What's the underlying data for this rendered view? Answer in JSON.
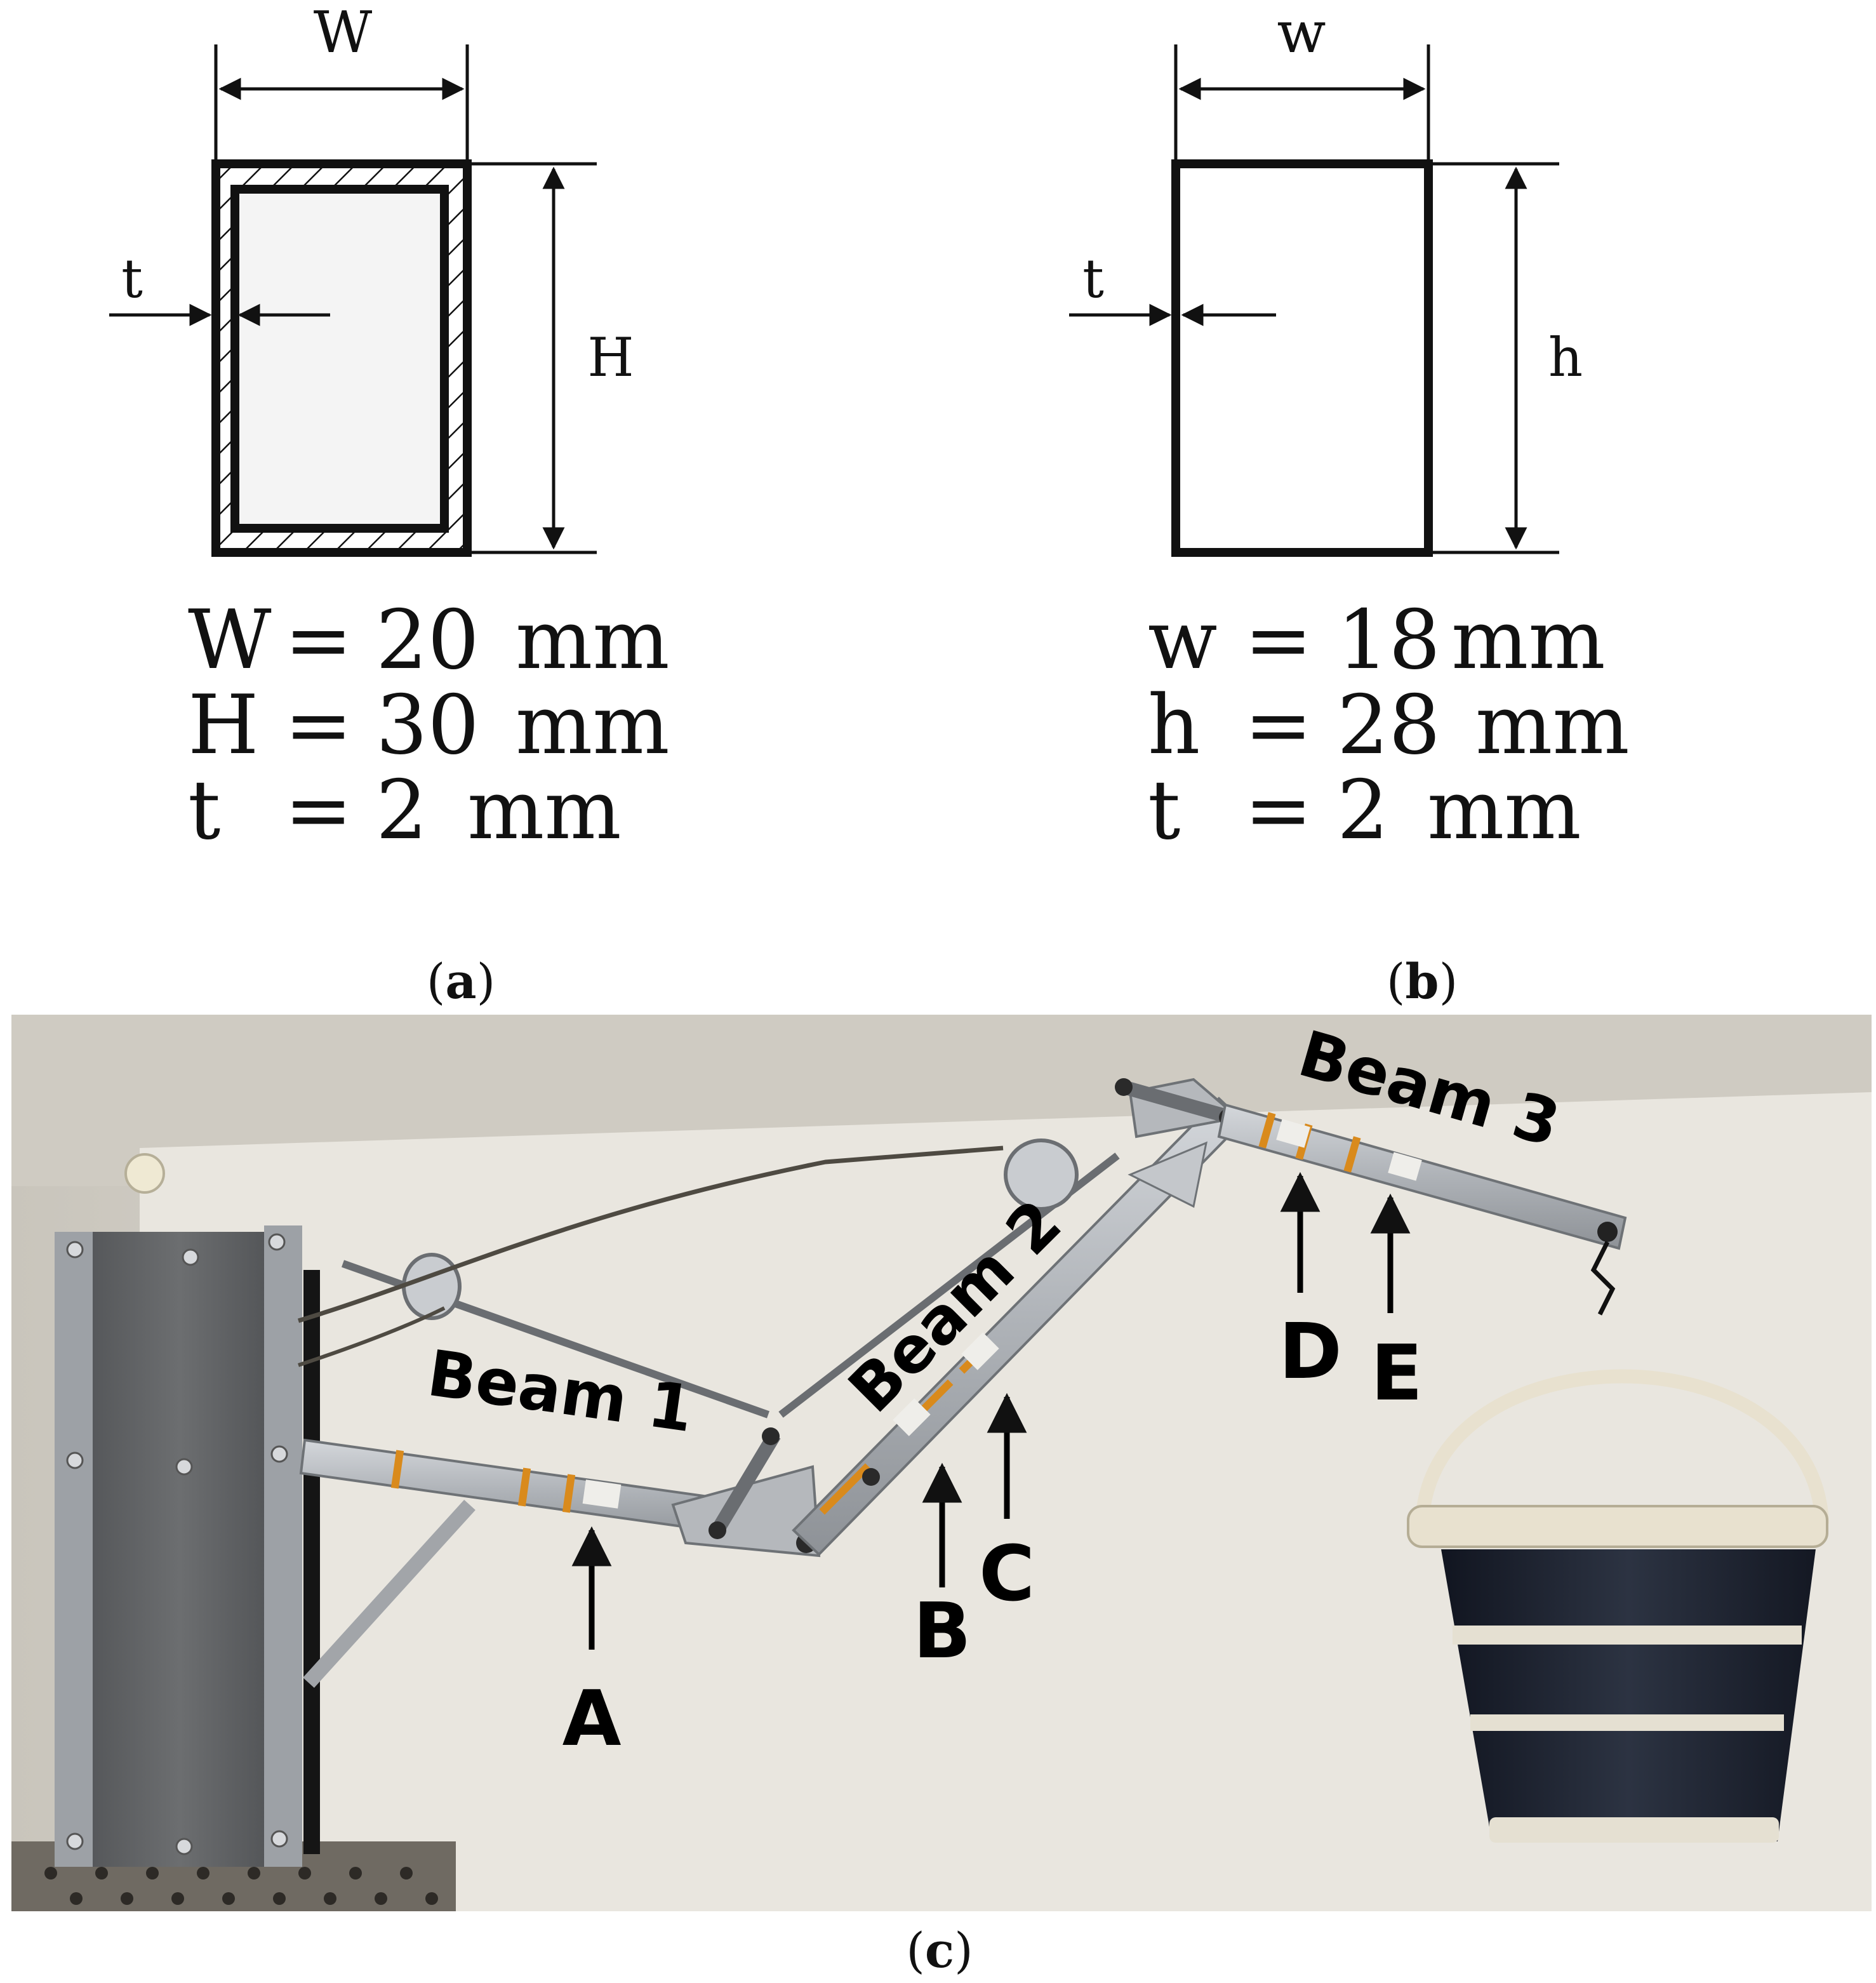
{
  "panel_a": {
    "dim_width": "W",
    "dim_height": "H",
    "dim_thickness": "t",
    "equations": [
      {
        "sym": "W",
        "eq": "=",
        "val": "20",
        "unit": "mm"
      },
      {
        "sym": "H",
        "eq": "=",
        "val": "30",
        "unit": "mm"
      },
      {
        "sym": "t",
        "eq": "=",
        "val": "2",
        "unit": "mm"
      }
    ],
    "caption_letter": "a"
  },
  "panel_b": {
    "dim_width": "w",
    "dim_height": "h",
    "dim_thickness": "t",
    "equations": [
      {
        "sym": "w",
        "eq": "=",
        "val": "18",
        "unit": "mm"
      },
      {
        "sym": "h",
        "eq": "=",
        "val": "28",
        "unit": "mm"
      },
      {
        "sym": "t",
        "eq": "=",
        "val": "2",
        "unit": "mm"
      }
    ],
    "caption_letter": "b"
  },
  "panel_c": {
    "beam_labels": [
      "Beam 1",
      "Beam 2",
      "Beam 3"
    ],
    "gauge_labels": [
      "A",
      "B",
      "C",
      "D",
      "E"
    ],
    "caption_letter": "c"
  },
  "colors": {
    "ink": "#111111",
    "hollow_fill": "#f4f4f4",
    "wall_grey": "#d9d6cf",
    "photo_wall": "#e6e3dc",
    "aluminium": "#b9bcc0",
    "tape": "#d98a1c",
    "bucket_dark": "#1f2430",
    "bucket_rim": "#e8e1cf"
  }
}
